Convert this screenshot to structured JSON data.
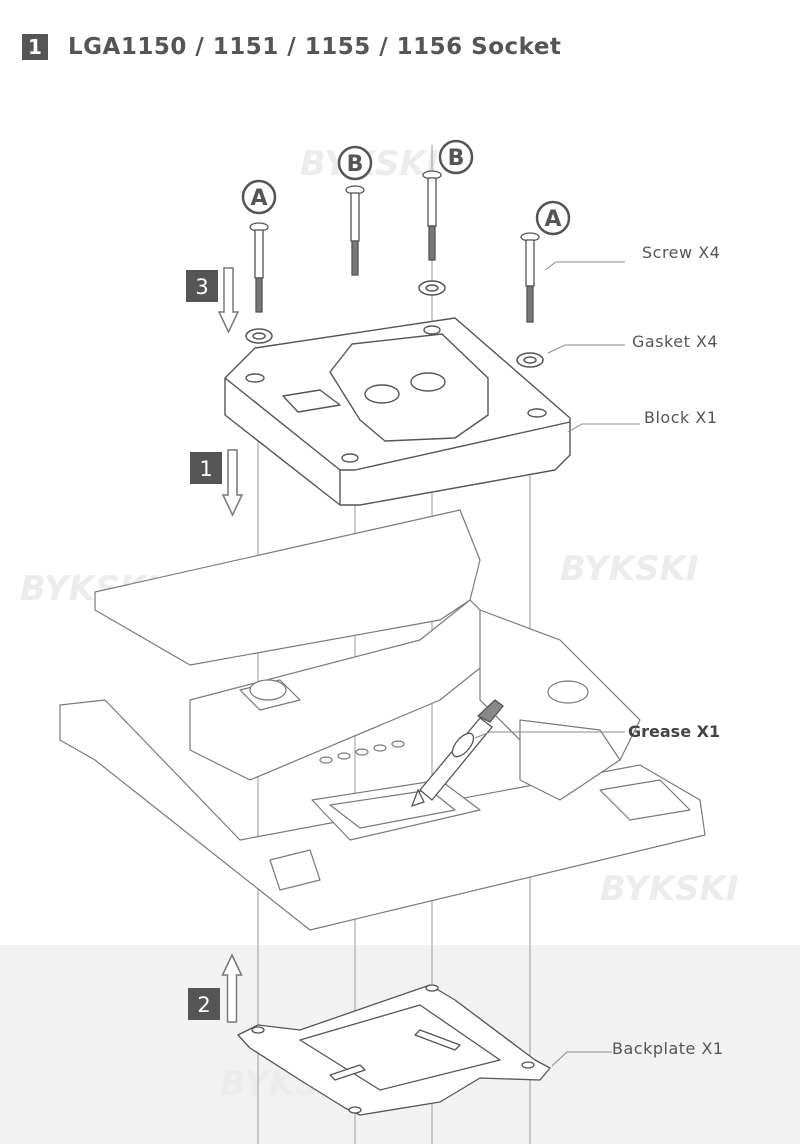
{
  "header": {
    "step": "1",
    "title": "LGA1150 / 1151 / 1155 / 1156 Socket"
  },
  "screw_markers": [
    "A",
    "B",
    "B",
    "A"
  ],
  "steps": [
    "3",
    "1",
    "2"
  ],
  "labels": {
    "screw": "Screw  X4",
    "gasket": "Gasket  X4",
    "block": "Block  X1",
    "grease": "Grease X1",
    "backplate": "Backplate X1"
  },
  "watermark": "BYKSKI",
  "colors": {
    "ink": "#555555",
    "step_box": "#555555",
    "line": "#8a8a8a",
    "band": "#f2f2f2"
  }
}
